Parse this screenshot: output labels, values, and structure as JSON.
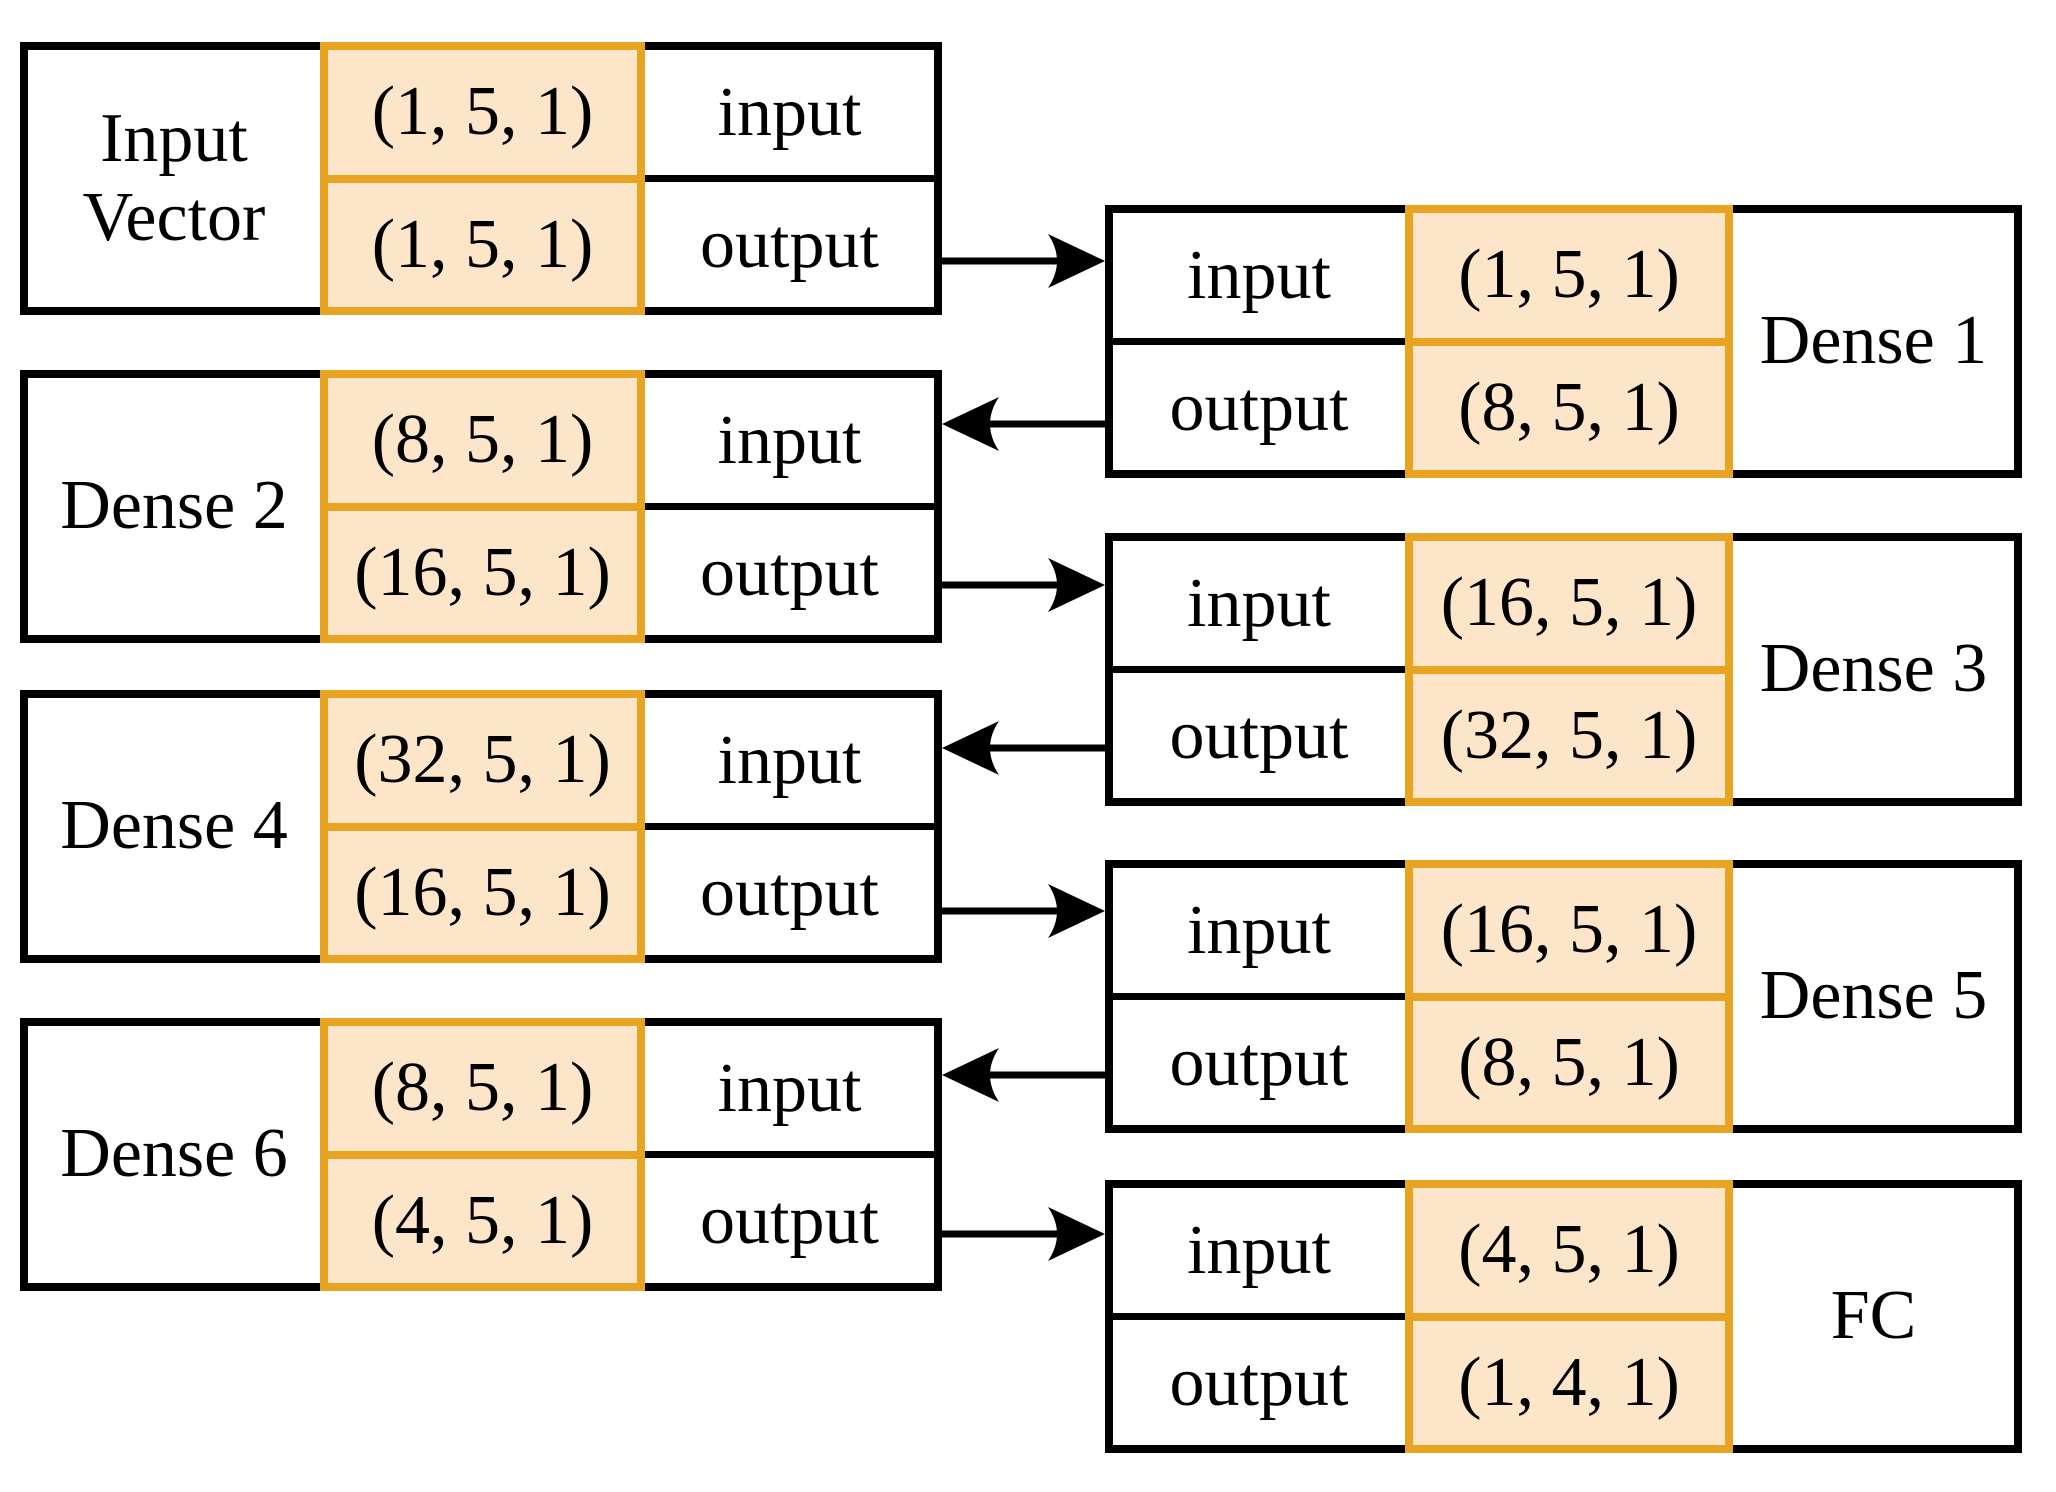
{
  "title": "Neural network dense-layer input/output shape diagram",
  "colors": {
    "background": "#FFFFFF",
    "shape_cell_fill": "#FCE5C9",
    "shape_cell_border": "#E8A321",
    "line": "#000000"
  },
  "blocks": [
    {
      "id": "input-vector",
      "label": "Input Vector",
      "side": "left",
      "rows": [
        {
          "io": "input",
          "shape": "(1, 5, 1)"
        },
        {
          "io": "output",
          "shape": "(1, 5, 1)"
        }
      ]
    },
    {
      "id": "dense-1",
      "label": "Dense 1",
      "side": "right",
      "rows": [
        {
          "io": "input",
          "shape": "(1, 5, 1)"
        },
        {
          "io": "output",
          "shape": "(8, 5, 1)"
        }
      ]
    },
    {
      "id": "dense-2",
      "label": "Dense 2",
      "side": "left",
      "rows": [
        {
          "io": "input",
          "shape": "(8, 5, 1)"
        },
        {
          "io": "output",
          "shape": "(16, 5, 1)"
        }
      ]
    },
    {
      "id": "dense-3",
      "label": "Dense 3",
      "side": "right",
      "rows": [
        {
          "io": "input",
          "shape": "(16, 5, 1)"
        },
        {
          "io": "output",
          "shape": "(32, 5, 1)"
        }
      ]
    },
    {
      "id": "dense-4",
      "label": "Dense 4",
      "side": "left",
      "rows": [
        {
          "io": "input",
          "shape": "(32, 5, 1)"
        },
        {
          "io": "output",
          "shape": "(16, 5, 1)"
        }
      ]
    },
    {
      "id": "dense-5",
      "label": "Dense 5",
      "side": "right",
      "rows": [
        {
          "io": "input",
          "shape": "(16, 5, 1)"
        },
        {
          "io": "output",
          "shape": "(8, 5, 1)"
        }
      ]
    },
    {
      "id": "dense-6",
      "label": "Dense 6",
      "side": "left",
      "rows": [
        {
          "io": "input",
          "shape": "(8, 5, 1)"
        },
        {
          "io": "output",
          "shape": "(4, 5, 1)"
        }
      ]
    },
    {
      "id": "fc",
      "label": "FC",
      "side": "right",
      "rows": [
        {
          "io": "input",
          "shape": "(4, 5, 1)"
        },
        {
          "io": "output",
          "shape": "(1, 4, 1)"
        }
      ]
    }
  ],
  "connections": [
    {
      "from": "input-vector.output",
      "to": "dense-1.input",
      "direction": "right"
    },
    {
      "from": "dense-1.output",
      "to": "dense-2.input",
      "direction": "left"
    },
    {
      "from": "dense-2.output",
      "to": "dense-3.input",
      "direction": "right"
    },
    {
      "from": "dense-3.output",
      "to": "dense-4.input",
      "direction": "left"
    },
    {
      "from": "dense-4.output",
      "to": "dense-5.input",
      "direction": "right"
    },
    {
      "from": "dense-5.output",
      "to": "dense-6.input",
      "direction": "left"
    },
    {
      "from": "dense-6.output",
      "to": "fc.input",
      "direction": "right"
    }
  ]
}
